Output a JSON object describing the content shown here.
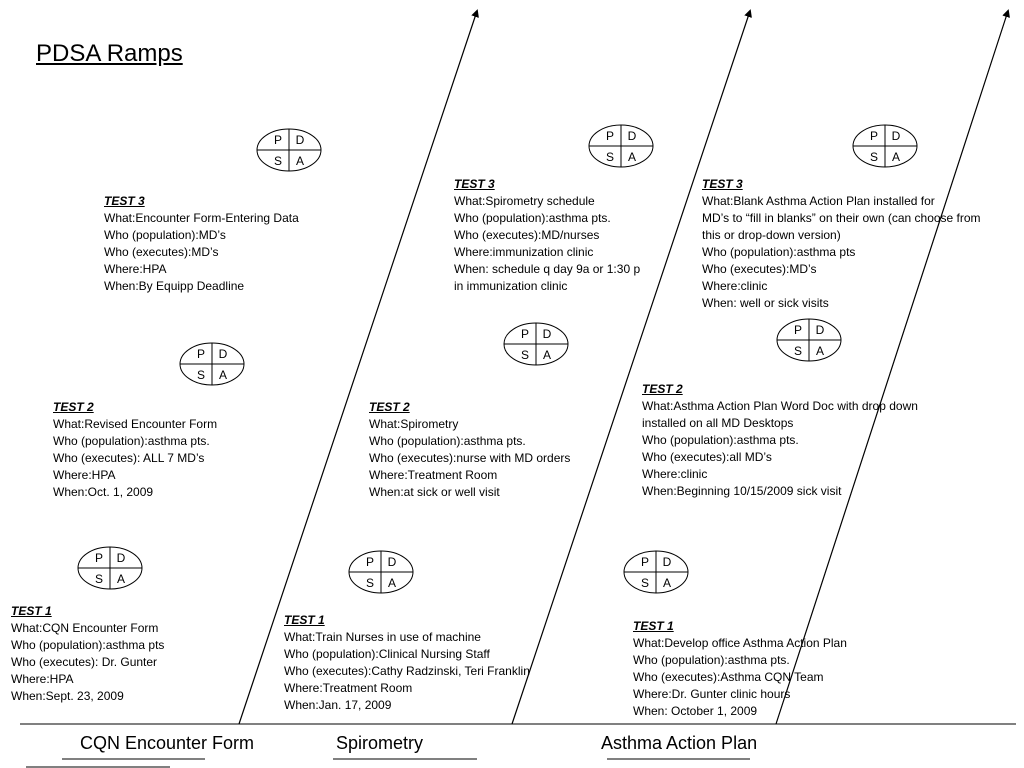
{
  "title": "PDSA Ramps",
  "cycle_labels": {
    "p": "P",
    "d": "D",
    "s": "S",
    "a": "A"
  },
  "ramps": [
    {
      "label": "CQN Encounter Form",
      "tests": [
        {
          "heading": "TEST 1",
          "lines": [
            "What:CQN Encounter Form",
            "Who (population):asthma pts",
            "Who (executes): Dr. Gunter",
            "Where:HPA",
            "When:Sept. 23, 2009"
          ]
        },
        {
          "heading": "TEST 2",
          "lines": [
            "What:Revised Encounter Form",
            "Who (population):asthma pts.",
            "Who (executes): ALL 7 MD’s",
            "Where:HPA",
            "When:Oct. 1, 2009"
          ]
        },
        {
          "heading": "TEST 3",
          "lines": [
            "What:Encounter Form-Entering Data",
            "Who (population):MD’s",
            "Who (executes):MD’s",
            "Where:HPA",
            "When:By Equipp Deadline"
          ]
        }
      ]
    },
    {
      "label": "Spirometry",
      "tests": [
        {
          "heading": "TEST 1",
          "lines": [
            "What:Train Nurses in use of machine",
            "Who (population):Clinical Nursing Staff",
            "Who (executes):Cathy Radzinski, Teri Franklin",
            "Where:Treatment Room",
            "When:Jan. 17, 2009"
          ]
        },
        {
          "heading": "TEST 2",
          "lines": [
            "What:Spirometry",
            "Who (population):asthma pts.",
            "Who (executes):nurse with MD orders",
            "Where:Treatment Room",
            "When:at sick or well visit"
          ]
        },
        {
          "heading": "TEST 3",
          "lines": [
            "What:Spirometry schedule",
            "Who (population):asthma pts.",
            "Who (executes):MD/nurses",
            "Where:immunization clinic",
            "When: schedule q day 9a or 1:30 p",
            "in immunization clinic"
          ]
        }
      ]
    },
    {
      "label": "Asthma Action Plan",
      "tests": [
        {
          "heading": "TEST 1",
          "lines": [
            "What:Develop office Asthma Action Plan",
            "Who (population):asthma pts.",
            "Who (executes):Asthma CQN Team",
            "Where:Dr. Gunter clinic hours",
            "When: October 1, 2009"
          ]
        },
        {
          "heading": "TEST 2",
          "lines": [
            "What:Asthma Action Plan Word Doc with drop down",
            "installed on all MD Desktops",
            "Who (population):asthma pts.",
            "Who (executes):all MD’s",
            "Where:clinic",
            "When:Beginning 10/15/2009 sick visit"
          ]
        },
        {
          "heading": "TEST 3",
          "lines": [
            "What:Blank Asthma Action Plan installed for",
            "MD’s to “fill in blanks” on their own (can choose from",
            "this or drop-down version)",
            "Who (population):asthma pts",
            "Who (executes):MD’s",
            "Where:clinic",
            "When: well or sick visits"
          ]
        }
      ]
    }
  ]
}
